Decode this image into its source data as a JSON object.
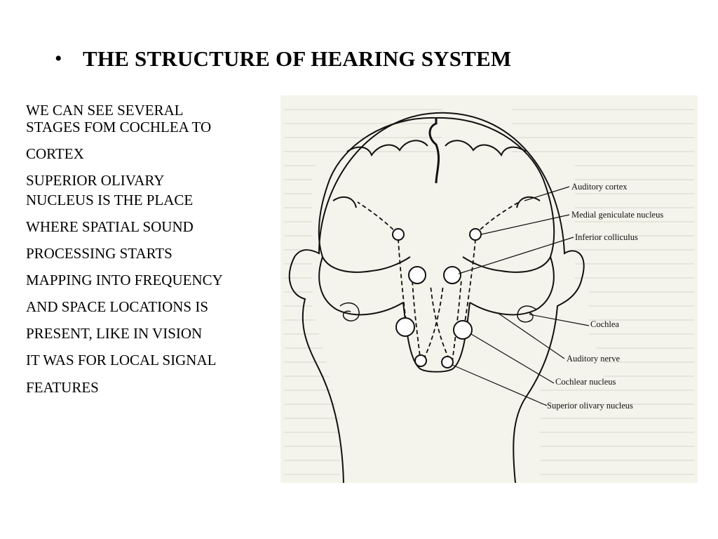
{
  "slide": {
    "bullet": "•",
    "title": "THE STRUCTURE OF HEARING SYSTEM"
  },
  "body_lines": [
    "WE CAN SEE SEVERAL",
    "STAGES FOM COCHLEA TO",
    "CORTEX",
    "SUPERIOR OLIVARY",
    "NUCLEUS IS THE PLACE",
    "WHERE SPATIAL SOUND",
    "PROCESSING STARTS",
    "MAPPING  INTO FREQUENCY",
    "AND SPACE LOCATIONS IS",
    "PRESENT, LIKE IN VISION",
    "IT WAS FOR LOCAL SIGNAL",
    "FEATURES"
  ],
  "diagram": {
    "labels": {
      "auditory_cortex": "Auditory cortex",
      "medial_geniculate": "Medial geniculate nucleus",
      "inferior_colliculus": "Inferior colliculus",
      "cochlea": "Cochlea",
      "auditory_nerve": "Auditory nerve",
      "cochlear_nucleus": "Cochlear nucleus",
      "superior_olivary": "Superior olivary nucleus"
    }
  }
}
